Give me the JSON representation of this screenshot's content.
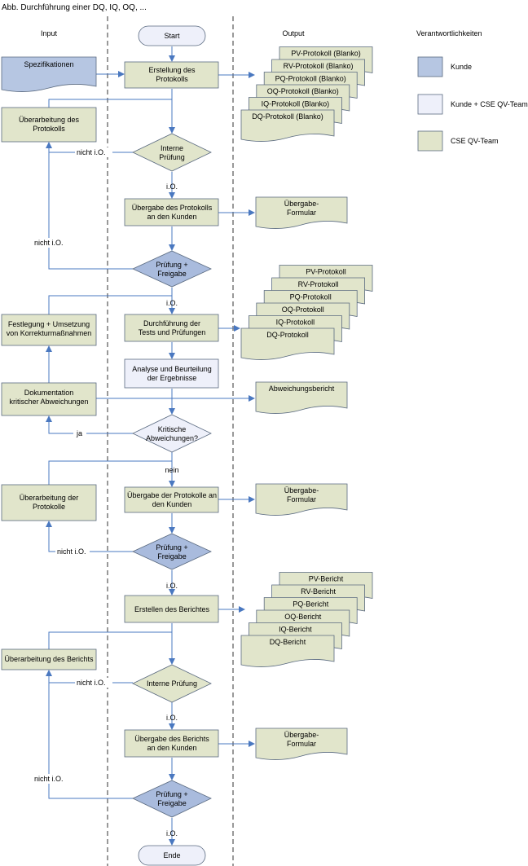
{
  "title": "Abb. Durchführung einer DQ, IQ, OQ, ...",
  "lanes": {
    "input": "Input",
    "output": "Output",
    "responsibilities": "Verantwortlichkeiten"
  },
  "legend": [
    {
      "label": "Kunde",
      "color": "#b6c6e2"
    },
    {
      "label": "Kunde + CSE QV-Team",
      "color": "#eef0fa"
    },
    {
      "label": "CSE QV-Team",
      "color": "#e1e5cb"
    }
  ],
  "colors": {
    "customer": "#b6c6e2",
    "shared": "#eef0fa",
    "team": "#e1e5cb",
    "connector": "#4a78c0",
    "diamond": "#a9bbdd",
    "terminal": "#eef0fa"
  },
  "nodes": {
    "start": "Start",
    "spec": "Spezifikationen",
    "create_protocol": [
      "Erstellung des",
      "Protokolls"
    ],
    "rework_protocol": [
      "Überarbeitung des",
      "Protokolls"
    ],
    "internal_check_1": [
      "Interne",
      "Prüfung"
    ],
    "handover_protocol": [
      "Übergabe des Protokolls",
      "an den Kunden"
    ],
    "approval_1": [
      "Prüfung +",
      "Freigabe"
    ],
    "corrective": [
      "Festlegung + Umsetzung",
      "von Korrekturmaßnahmen"
    ],
    "execute_tests": [
      "Durchführung der",
      "Tests und Prüfungen"
    ],
    "analysis": [
      "Analyse und Beurteilung",
      "der Ergebnisse"
    ],
    "documentation": [
      "Dokumentation",
      "kritischer Abweichungen"
    ],
    "critical_dev": [
      "Kritische",
      "Abweichungen?"
    ],
    "rework_protocols": [
      "Überarbeitung der",
      "Protokolle"
    ],
    "handover_protocols": [
      "Übergabe der Protokolle an",
      "den Kunden"
    ],
    "approval_2": [
      "Prüfung +",
      "Freigabe"
    ],
    "create_report": "Erstellen des Berichtes",
    "rework_report": "Überarbeitung des Berichts",
    "internal_check_2": "Interne Prüfung",
    "handover_report": [
      "Übergabe des Berichts",
      "an den Kunden"
    ],
    "approval_3": [
      "Prüfung +",
      "Freigabe"
    ],
    "end": "Ende"
  },
  "docs": {
    "blank_protocols": [
      "PV-Protokoll (Blanko)",
      "RV-Protokoll (Blanko)",
      "PQ-Protokoll (Blanko)",
      "OQ-Protokoll (Blanko)",
      "IQ-Protokoll (Blanko)",
      "DQ-Protokoll (Blanko)"
    ],
    "handover_form": [
      "Übergabe-",
      "Formular"
    ],
    "protocols": [
      "PV-Protokoll",
      "RV-Protokoll",
      "PQ-Protokoll",
      "OQ-Protokoll",
      "IQ-Protokoll",
      "DQ-Protokoll"
    ],
    "deviation_report": "Abweichungsbericht",
    "reports": [
      "PV-Bericht",
      "RV-Bericht",
      "PQ-Bericht",
      "OQ-Bericht",
      "IQ-Bericht",
      "DQ-Bericht"
    ]
  },
  "edge_labels": {
    "not_ok": "nicht i.O.",
    "ok": "i.O.",
    "yes": "ja",
    "no": "nein"
  }
}
